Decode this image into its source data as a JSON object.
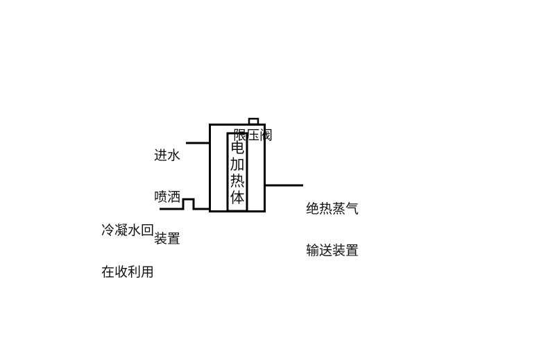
{
  "diagram": {
    "type": "process-schematic",
    "background": "#ffffff",
    "stroke_color": "#000000",
    "components": {
      "vessel": {
        "name": "steam-generator-vessel"
      },
      "heater": {
        "label": "电加热体"
      },
      "pressure_valve": {
        "label": "限压阀"
      }
    },
    "labels": {
      "pressure_valve": "限压阀",
      "water_inlet": [
        "进水",
        "喷洒",
        "装置"
      ],
      "condensate_return": [
        "冷凝水回",
        "在收利用"
      ],
      "steam_output": [
        "绝热蒸气",
        "输送装置"
      ],
      "heater": "电加热体"
    },
    "connections": [
      {
        "from": "water_inlet",
        "to": "vessel",
        "side": "left-upper"
      },
      {
        "from": "condensate_return",
        "to": "vessel",
        "side": "left-bottom",
        "shape": "trap-bend"
      },
      {
        "from": "vessel",
        "to": "steam_output",
        "side": "right"
      },
      {
        "from": "pressure_valve",
        "to": "vessel",
        "side": "top"
      }
    ]
  }
}
